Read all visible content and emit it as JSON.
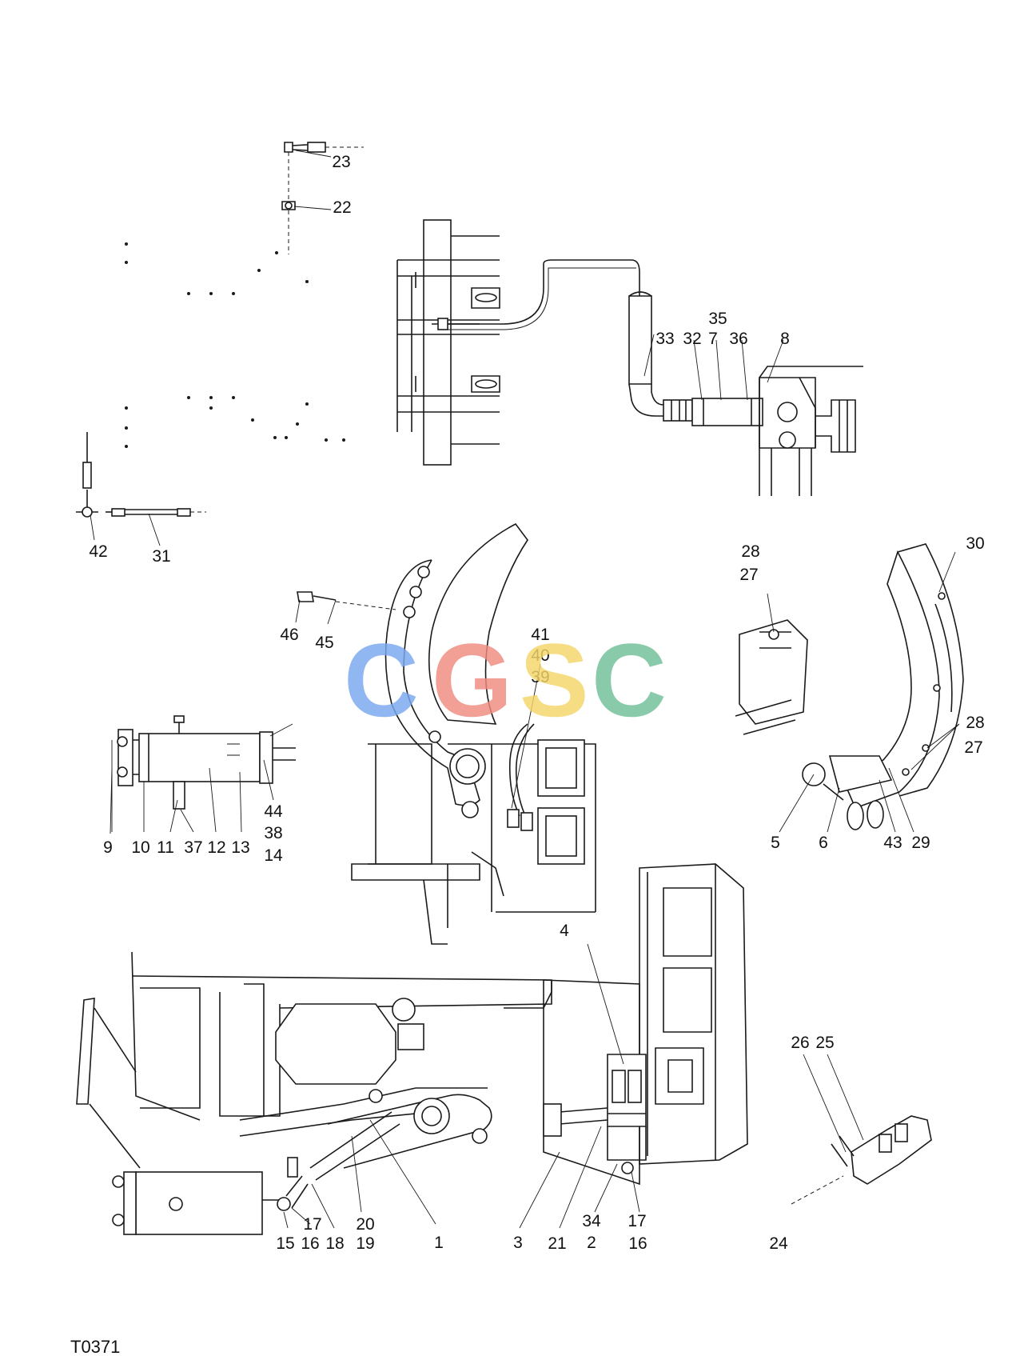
{
  "drawing_code": "T0371",
  "watermark": {
    "letters": [
      "C",
      "G",
      "S",
      "C"
    ],
    "colors": [
      "#7aa8f0",
      "#f08a80",
      "#f5d66a",
      "#6fbf98"
    ]
  },
  "callouts": [
    "1",
    "2",
    "3",
    "4",
    "5",
    "6",
    "7",
    "8",
    "9",
    "10",
    "11",
    "12",
    "13",
    "14",
    "15",
    "16",
    "16",
    "17",
    "17",
    "18",
    "19",
    "20",
    "21",
    "22",
    "23",
    "24",
    "25",
    "26",
    "27",
    "27",
    "28",
    "28",
    "29",
    "30",
    "31",
    "32",
    "33",
    "34",
    "35",
    "36",
    "37",
    "38",
    "39",
    "40",
    "41",
    "42",
    "43",
    "44",
    "45",
    "46"
  ]
}
